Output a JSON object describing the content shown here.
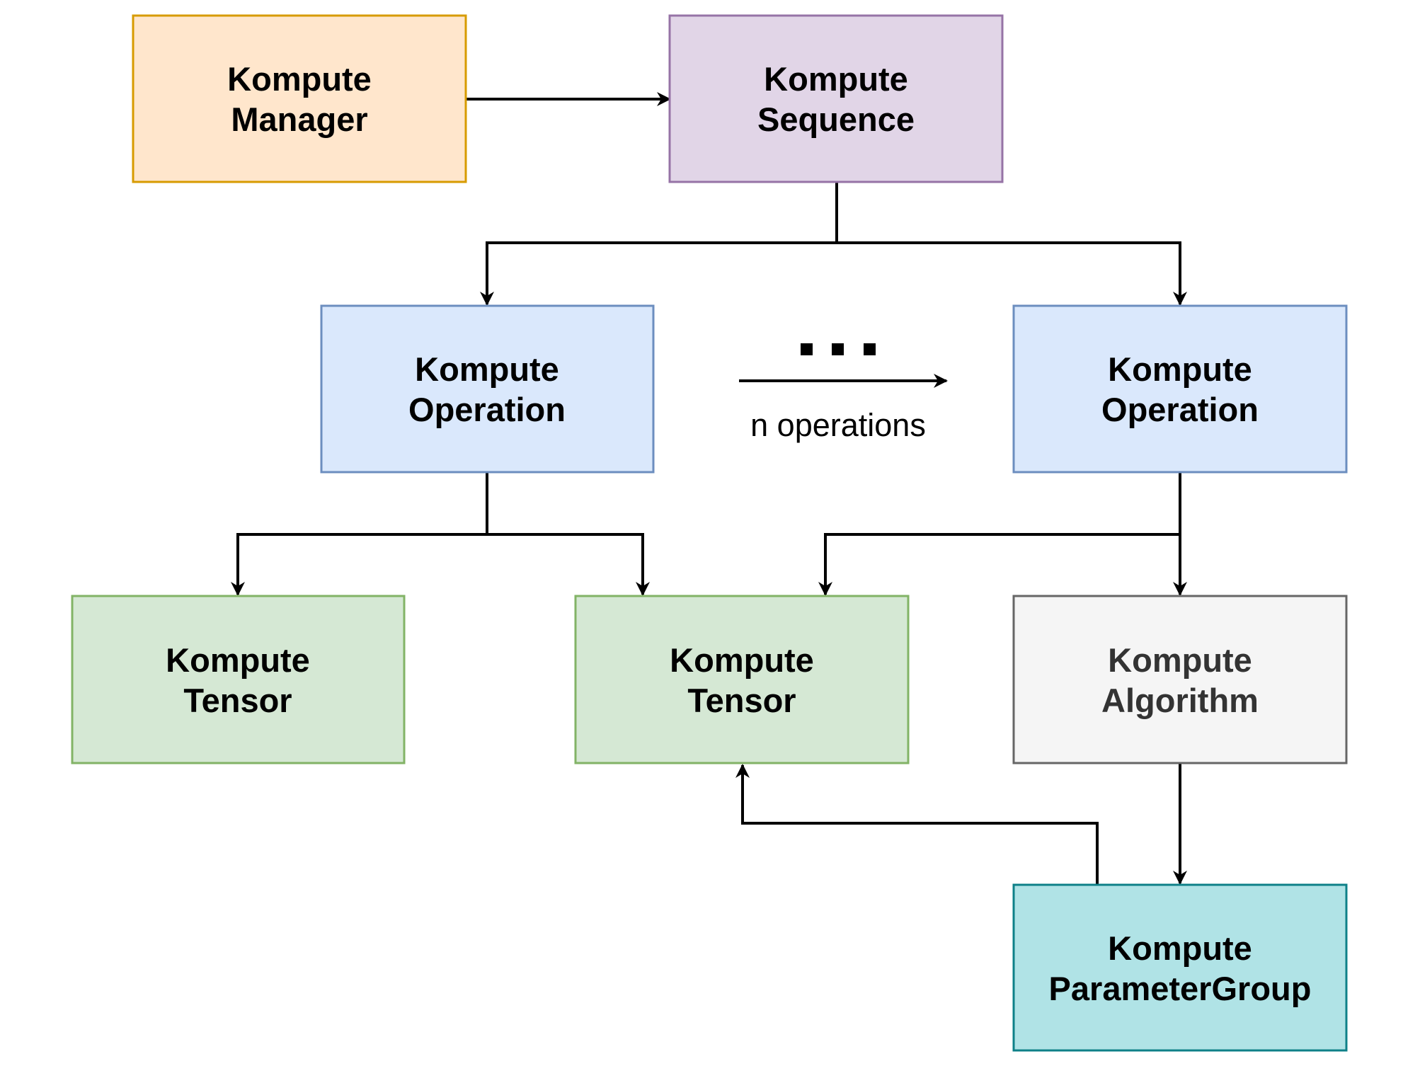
{
  "nodes": [
    {
      "id": "manager",
      "line1": "Kompute",
      "line2": "Manager",
      "fill": "#FFE6CC",
      "stroke": "#D79B00"
    },
    {
      "id": "sequence",
      "line1": "Kompute",
      "line2": "Sequence",
      "fill": "#E1D5E7",
      "stroke": "#9673A6"
    },
    {
      "id": "operation-left",
      "line1": "Kompute",
      "line2": "Operation",
      "fill": "#DAE8FC",
      "stroke": "#6C8EBF"
    },
    {
      "id": "operation-right",
      "line1": "Kompute",
      "line2": "Operation",
      "fill": "#DAE8FC",
      "stroke": "#6C8EBF"
    },
    {
      "id": "tensor-left",
      "line1": "Kompute",
      "line2": "Tensor",
      "fill": "#D5E8D4",
      "stroke": "#82B366"
    },
    {
      "id": "tensor-middle",
      "line1": "Kompute",
      "line2": "Tensor",
      "fill": "#D5E8D4",
      "stroke": "#82B366"
    },
    {
      "id": "algorithm",
      "line1": "Kompute",
      "line2": "Algorithm",
      "fill": "#F5F5F5",
      "stroke": "#666666"
    },
    {
      "id": "parametergroup",
      "line1": "Kompute",
      "line2": "ParameterGroup",
      "fill": "#B0E3E6",
      "stroke": "#0E8088"
    }
  ],
  "annotation": {
    "ellipsis": "...",
    "label": "n operations"
  },
  "colors": {
    "edge": "#000000",
    "background": "#FFFFFF"
  }
}
